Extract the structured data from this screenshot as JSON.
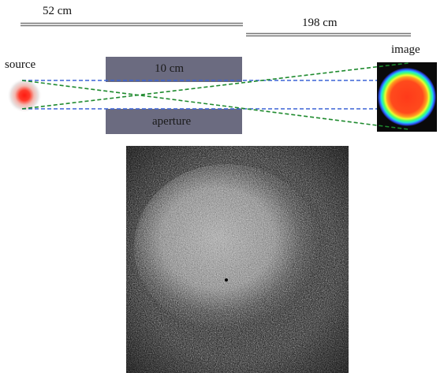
{
  "labels": {
    "distance_source_aperture": "52 cm",
    "distance_aperture_image": "198 cm",
    "source": "source",
    "image": "image",
    "aperture_length": "10 cm",
    "aperture": "aperture"
  },
  "colors": {
    "aperture_fill": "#6b6b80",
    "dimension_line": "#777777",
    "blue_ray": "#3b63d6",
    "green_ray": "#1e8a2e",
    "source_core": "#ff2a1a",
    "image_ring_outer": "#2f5bff",
    "image_ring_mid": "#25e0d0",
    "image_ring_inner": "#7dff3a",
    "image_core": "#ff3a1a"
  }
}
